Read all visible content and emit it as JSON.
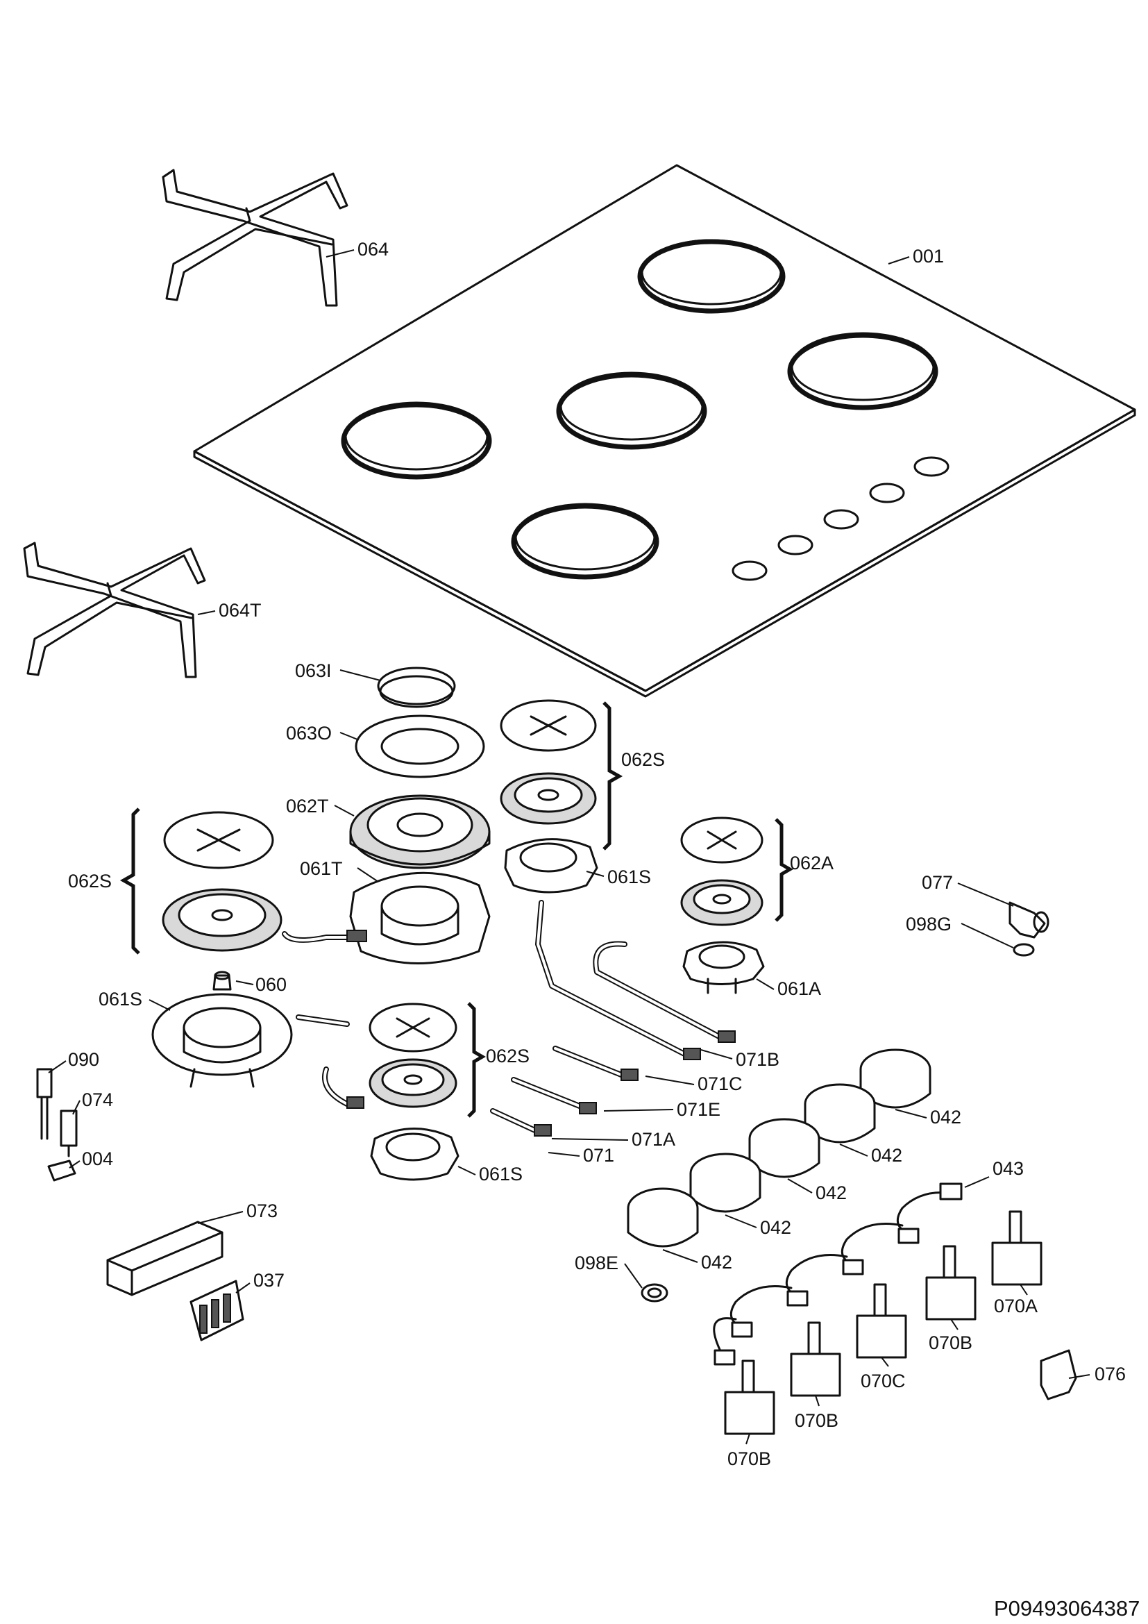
{
  "document_id": "P09493064387",
  "callouts": {
    "c001": "001",
    "c064": "064",
    "c064T": "064T",
    "c063I": "063I",
    "c063O": "063O",
    "c062S_top": "062S",
    "c062T": "062T",
    "c062S_left": "062S",
    "c061T": "061T",
    "c061S_mid": "061S",
    "c062A": "062A",
    "c077": "077",
    "c098G": "098G",
    "c060": "060",
    "c061S_left": "061S",
    "c061A": "061A",
    "c090": "090",
    "c062S_low": "062S",
    "c071B": "071B",
    "c071C": "071C",
    "c074": "074",
    "c071E": "071E",
    "c042_a": "042",
    "c071A": "071A",
    "c004": "004",
    "c071": "071",
    "c042_b": "042",
    "c061S_low": "061S",
    "c043": "043",
    "c042_c": "042",
    "c073": "073",
    "c042_d": "042",
    "c098E": "098E",
    "c042_e": "042",
    "c037": "037",
    "c070A": "070A",
    "c070B_a": "070B",
    "c070C": "070C",
    "c076": "076",
    "c070B_b": "070B",
    "c070B_c": "070B"
  }
}
